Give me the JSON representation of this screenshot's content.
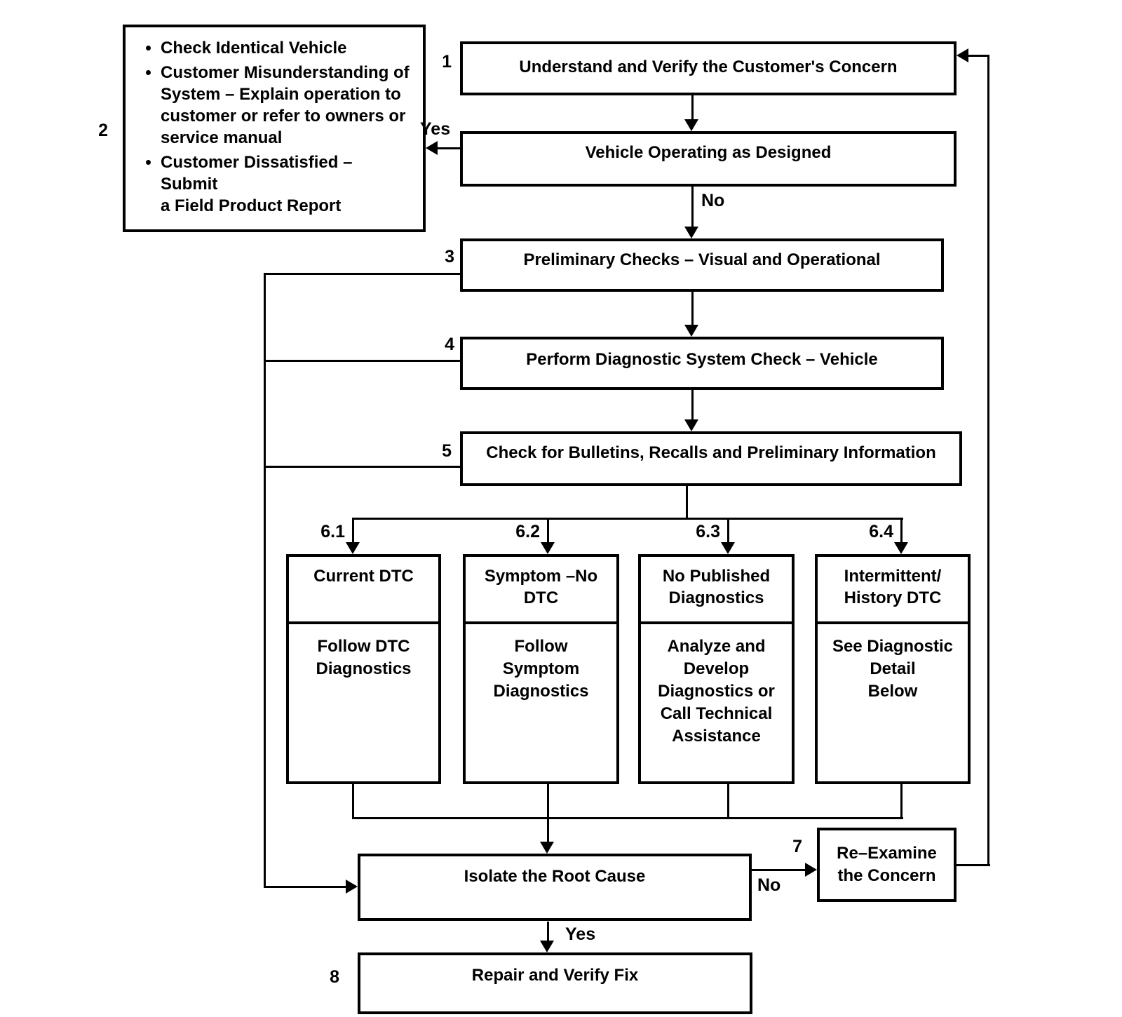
{
  "boxes": {
    "concern": {
      "number": "1",
      "label": "Understand and Verify the Customer's Concern"
    },
    "advisory": {
      "number": "2",
      "bullets": [
        "Check Identical Vehicle",
        "Customer Misunderstanding of\nSystem – Explain operation to\ncustomer or refer to owners or\nservice manual",
        "Customer Dissatisfied – Submit\na Field Product Report"
      ]
    },
    "operating": {
      "label": "Vehicle Operating as Designed"
    },
    "preliminary": {
      "number": "3",
      "label": "Preliminary Checks – Visual and Operational"
    },
    "syscheck": {
      "number": "4",
      "label": "Perform Diagnostic System Check – Vehicle"
    },
    "bulletins": {
      "number": "5",
      "label": "Check for Bulletins, Recalls and Preliminary Information"
    },
    "path61": {
      "number": "6.1",
      "header": "Current DTC",
      "body": "Follow DTC\nDiagnostics"
    },
    "path62": {
      "number": "6.2",
      "header": "Symptom –No\nDTC",
      "body": "Follow\nSymptom\nDiagnostics"
    },
    "path63": {
      "number": "6.3",
      "header": "No Published\nDiagnostics",
      "body": "Analyze and\nDevelop\nDiagnostics or\nCall Technical\nAssistance"
    },
    "path64": {
      "number": "6.4",
      "header": "Intermittent/\nHistory DTC",
      "body": "See Diagnostic\nDetail\nBelow"
    },
    "isolate": {
      "label": "Isolate the Root Cause"
    },
    "reexamine": {
      "number": "7",
      "label": "Re–Examine\nthe Concern"
    },
    "repair": {
      "number": "8",
      "label": "Repair and Verify Fix"
    }
  },
  "edges": {
    "operating_yes": "Yes",
    "operating_no": "No",
    "isolate_yes": "Yes",
    "isolate_no": "No"
  },
  "colors": {
    "ink": "#000000",
    "paper": "#ffffff"
  }
}
